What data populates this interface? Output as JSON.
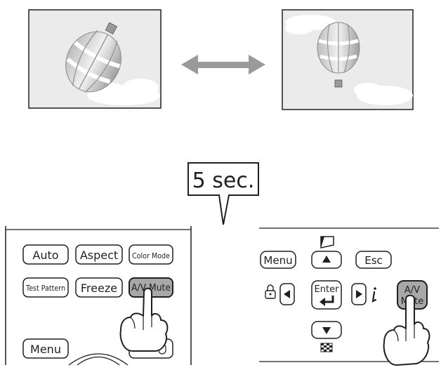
{
  "callout": {
    "label": "5 sec."
  },
  "remote": {
    "buttons": {
      "auto": "Auto",
      "aspect": "Aspect",
      "color_mode": "Color Mode",
      "test_pattern": "Test Pattern",
      "freeze": "Freeze",
      "av_mute": "A/V Mute",
      "menu": "Menu"
    }
  },
  "control_panel": {
    "buttons": {
      "menu": "Menu",
      "esc": "Esc",
      "enter": "Enter",
      "av_mute_line1": "A/V",
      "av_mute_line2": "Mute"
    }
  },
  "colors": {
    "outline": "#231f20",
    "screen_bg": "#ebebeb",
    "arrow": "#9a9a9a",
    "button_fill": "#ffffff",
    "pressed_button_fill": "#a8a8a8"
  }
}
